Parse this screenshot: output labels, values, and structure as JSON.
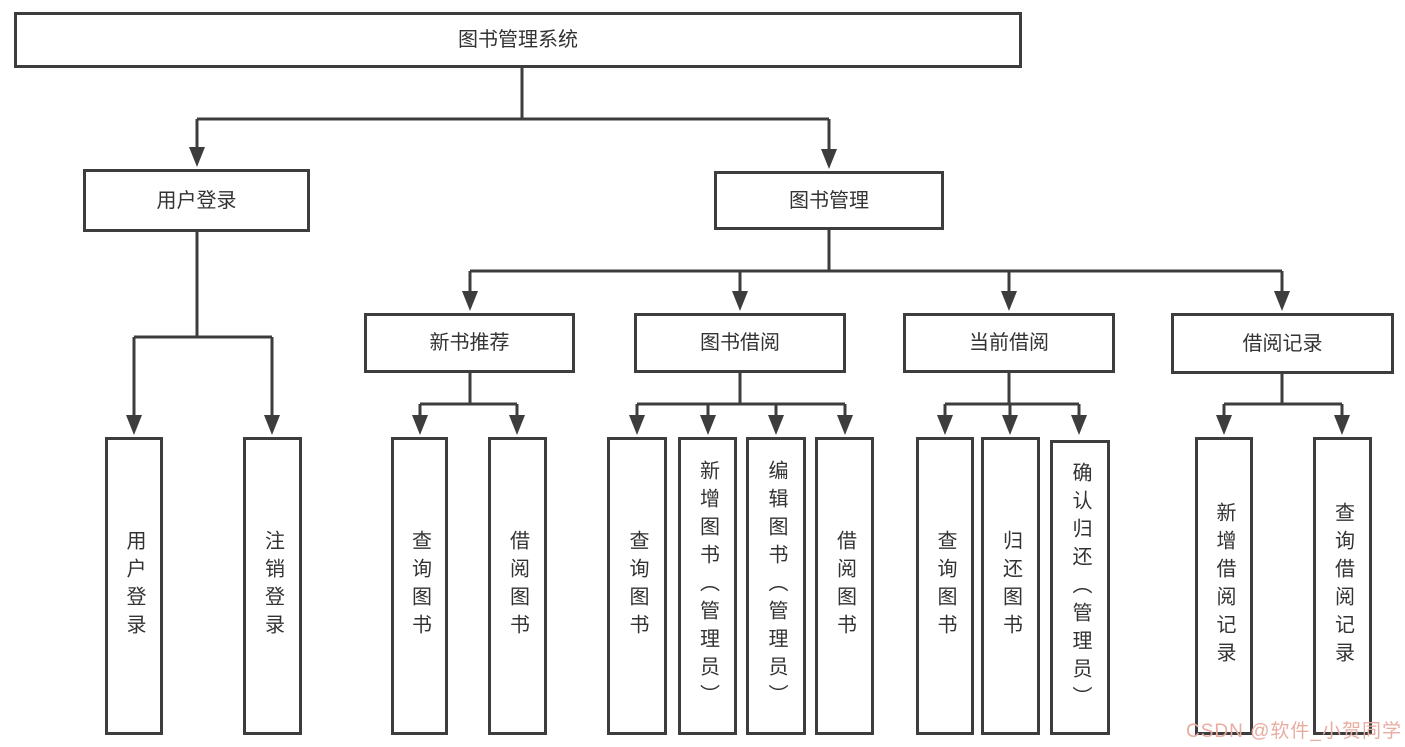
{
  "colors": {
    "line": "#3d3d3d",
    "text": "#333333",
    "background": "#ffffff",
    "watermark": "#e9aca1"
  },
  "tree": {
    "label": "图书管理系统",
    "children": [
      {
        "label": "用户登录",
        "children": [
          {
            "label": "用户登录"
          },
          {
            "label": "注销登录"
          }
        ]
      },
      {
        "label": "图书管理",
        "children": [
          {
            "label": "新书推荐",
            "children": [
              {
                "label": "查询图书"
              },
              {
                "label": "借阅图书"
              }
            ]
          },
          {
            "label": "图书借阅",
            "children": [
              {
                "label": "查询图书"
              },
              {
                "label": "新增图书（管理员）"
              },
              {
                "label": "编辑图书（管理员）"
              },
              {
                "label": "借阅图书"
              }
            ]
          },
          {
            "label": "当前借阅",
            "children": [
              {
                "label": "查询图书"
              },
              {
                "label": "归还图书"
              },
              {
                "label": "确认归还（管理员）"
              }
            ]
          },
          {
            "label": "借阅记录",
            "children": [
              {
                "label": "新增借阅记录"
              },
              {
                "label": "查询借阅记录"
              }
            ]
          }
        ]
      }
    ]
  },
  "watermark": {
    "text": "CSDN @软件_小贺同学"
  }
}
